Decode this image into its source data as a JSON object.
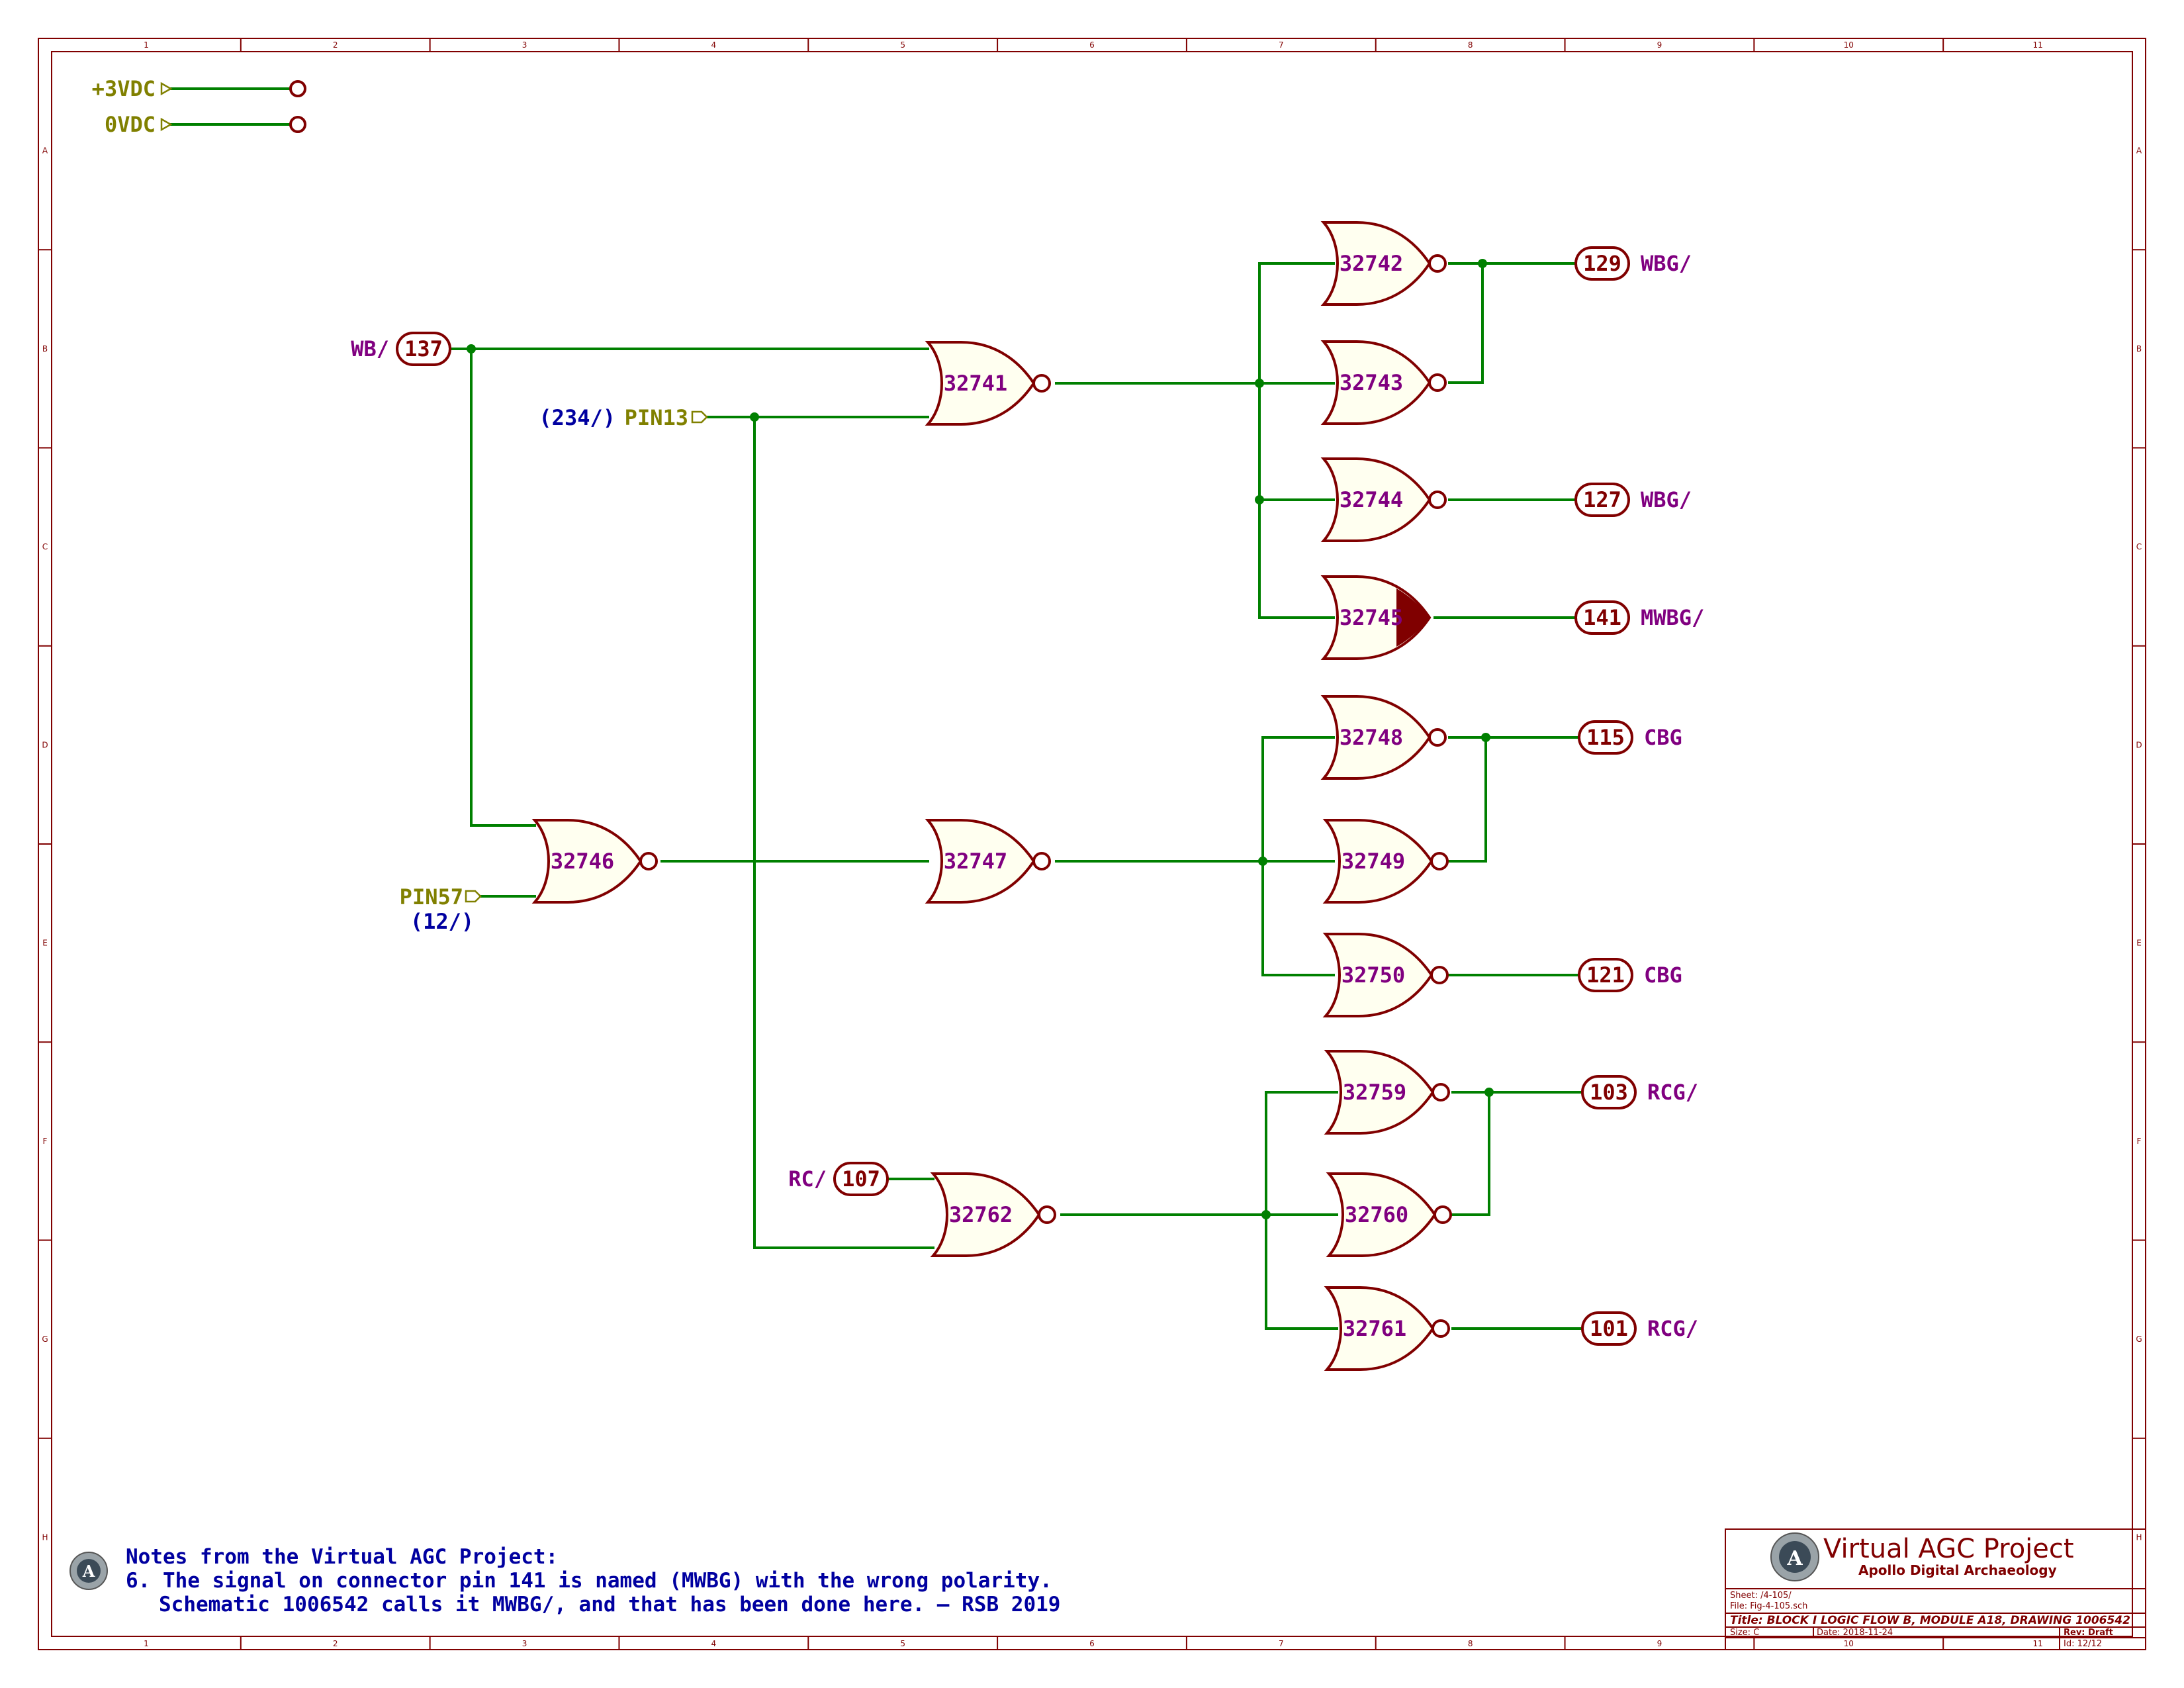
{
  "power": [
    {
      "label": "+3VDC"
    },
    {
      "label": "0VDC"
    }
  ],
  "gates": [
    {
      "id": "32741"
    },
    {
      "id": "32742"
    },
    {
      "id": "32743"
    },
    {
      "id": "32744"
    },
    {
      "id": "32745"
    },
    {
      "id": "32746"
    },
    {
      "id": "32747"
    },
    {
      "id": "32748"
    },
    {
      "id": "32749"
    },
    {
      "id": "32750"
    },
    {
      "id": "32759"
    },
    {
      "id": "32760"
    },
    {
      "id": "32761"
    },
    {
      "id": "32762"
    }
  ],
  "connectors": [
    {
      "pin": "137",
      "signal": "WB/"
    },
    {
      "pin": "107",
      "signal": "RC/"
    },
    {
      "pin": "129",
      "signal": "WBG/"
    },
    {
      "pin": "127",
      "signal": "WBG/"
    },
    {
      "pin": "141",
      "signal": "MWBG/"
    },
    {
      "pin": "115",
      "signal": "CBG"
    },
    {
      "pin": "121",
      "signal": "CBG"
    },
    {
      "pin": "103",
      "signal": "RCG/"
    },
    {
      "pin": "101",
      "signal": "RCG/"
    }
  ],
  "hier_inputs": [
    {
      "label": "PIN13",
      "ref": "(234/)"
    },
    {
      "label": "PIN57",
      "ref": "(12/)"
    }
  ],
  "notes": {
    "heading": "Notes from the Virtual AGC Project:",
    "line1": "6. The signal on connector pin 141 is named (MWBG) with the wrong polarity.",
    "line2": "Schematic 1006542 calls it MWBG/, and that has been done here.  — RSB 2019"
  },
  "title_block": {
    "project": "Virtual AGC Project",
    "subtitle": "Apollo Digital Archaeology",
    "sheet": "Sheet: /4-105/",
    "file": "File: Fig-4-105.sch",
    "title": "Title: BLOCK I LOGIC FLOW B, MODULE A18, DRAWING 1006542",
    "size": "Size: C",
    "date": "Date: 2018-11-24",
    "rev": "Rev: Draft",
    "id": "Id: 12/12"
  },
  "border": {
    "cols": [
      "1",
      "2",
      "3",
      "4",
      "5",
      "6",
      "7",
      "8",
      "9",
      "10",
      "11"
    ],
    "rows": [
      "A",
      "B",
      "C",
      "D",
      "E",
      "F",
      "G",
      "H"
    ]
  },
  "colors": {
    "wire": "#008000",
    "component": "#800000",
    "label": "#800080",
    "note": "#0000a0",
    "power": "#808000"
  }
}
